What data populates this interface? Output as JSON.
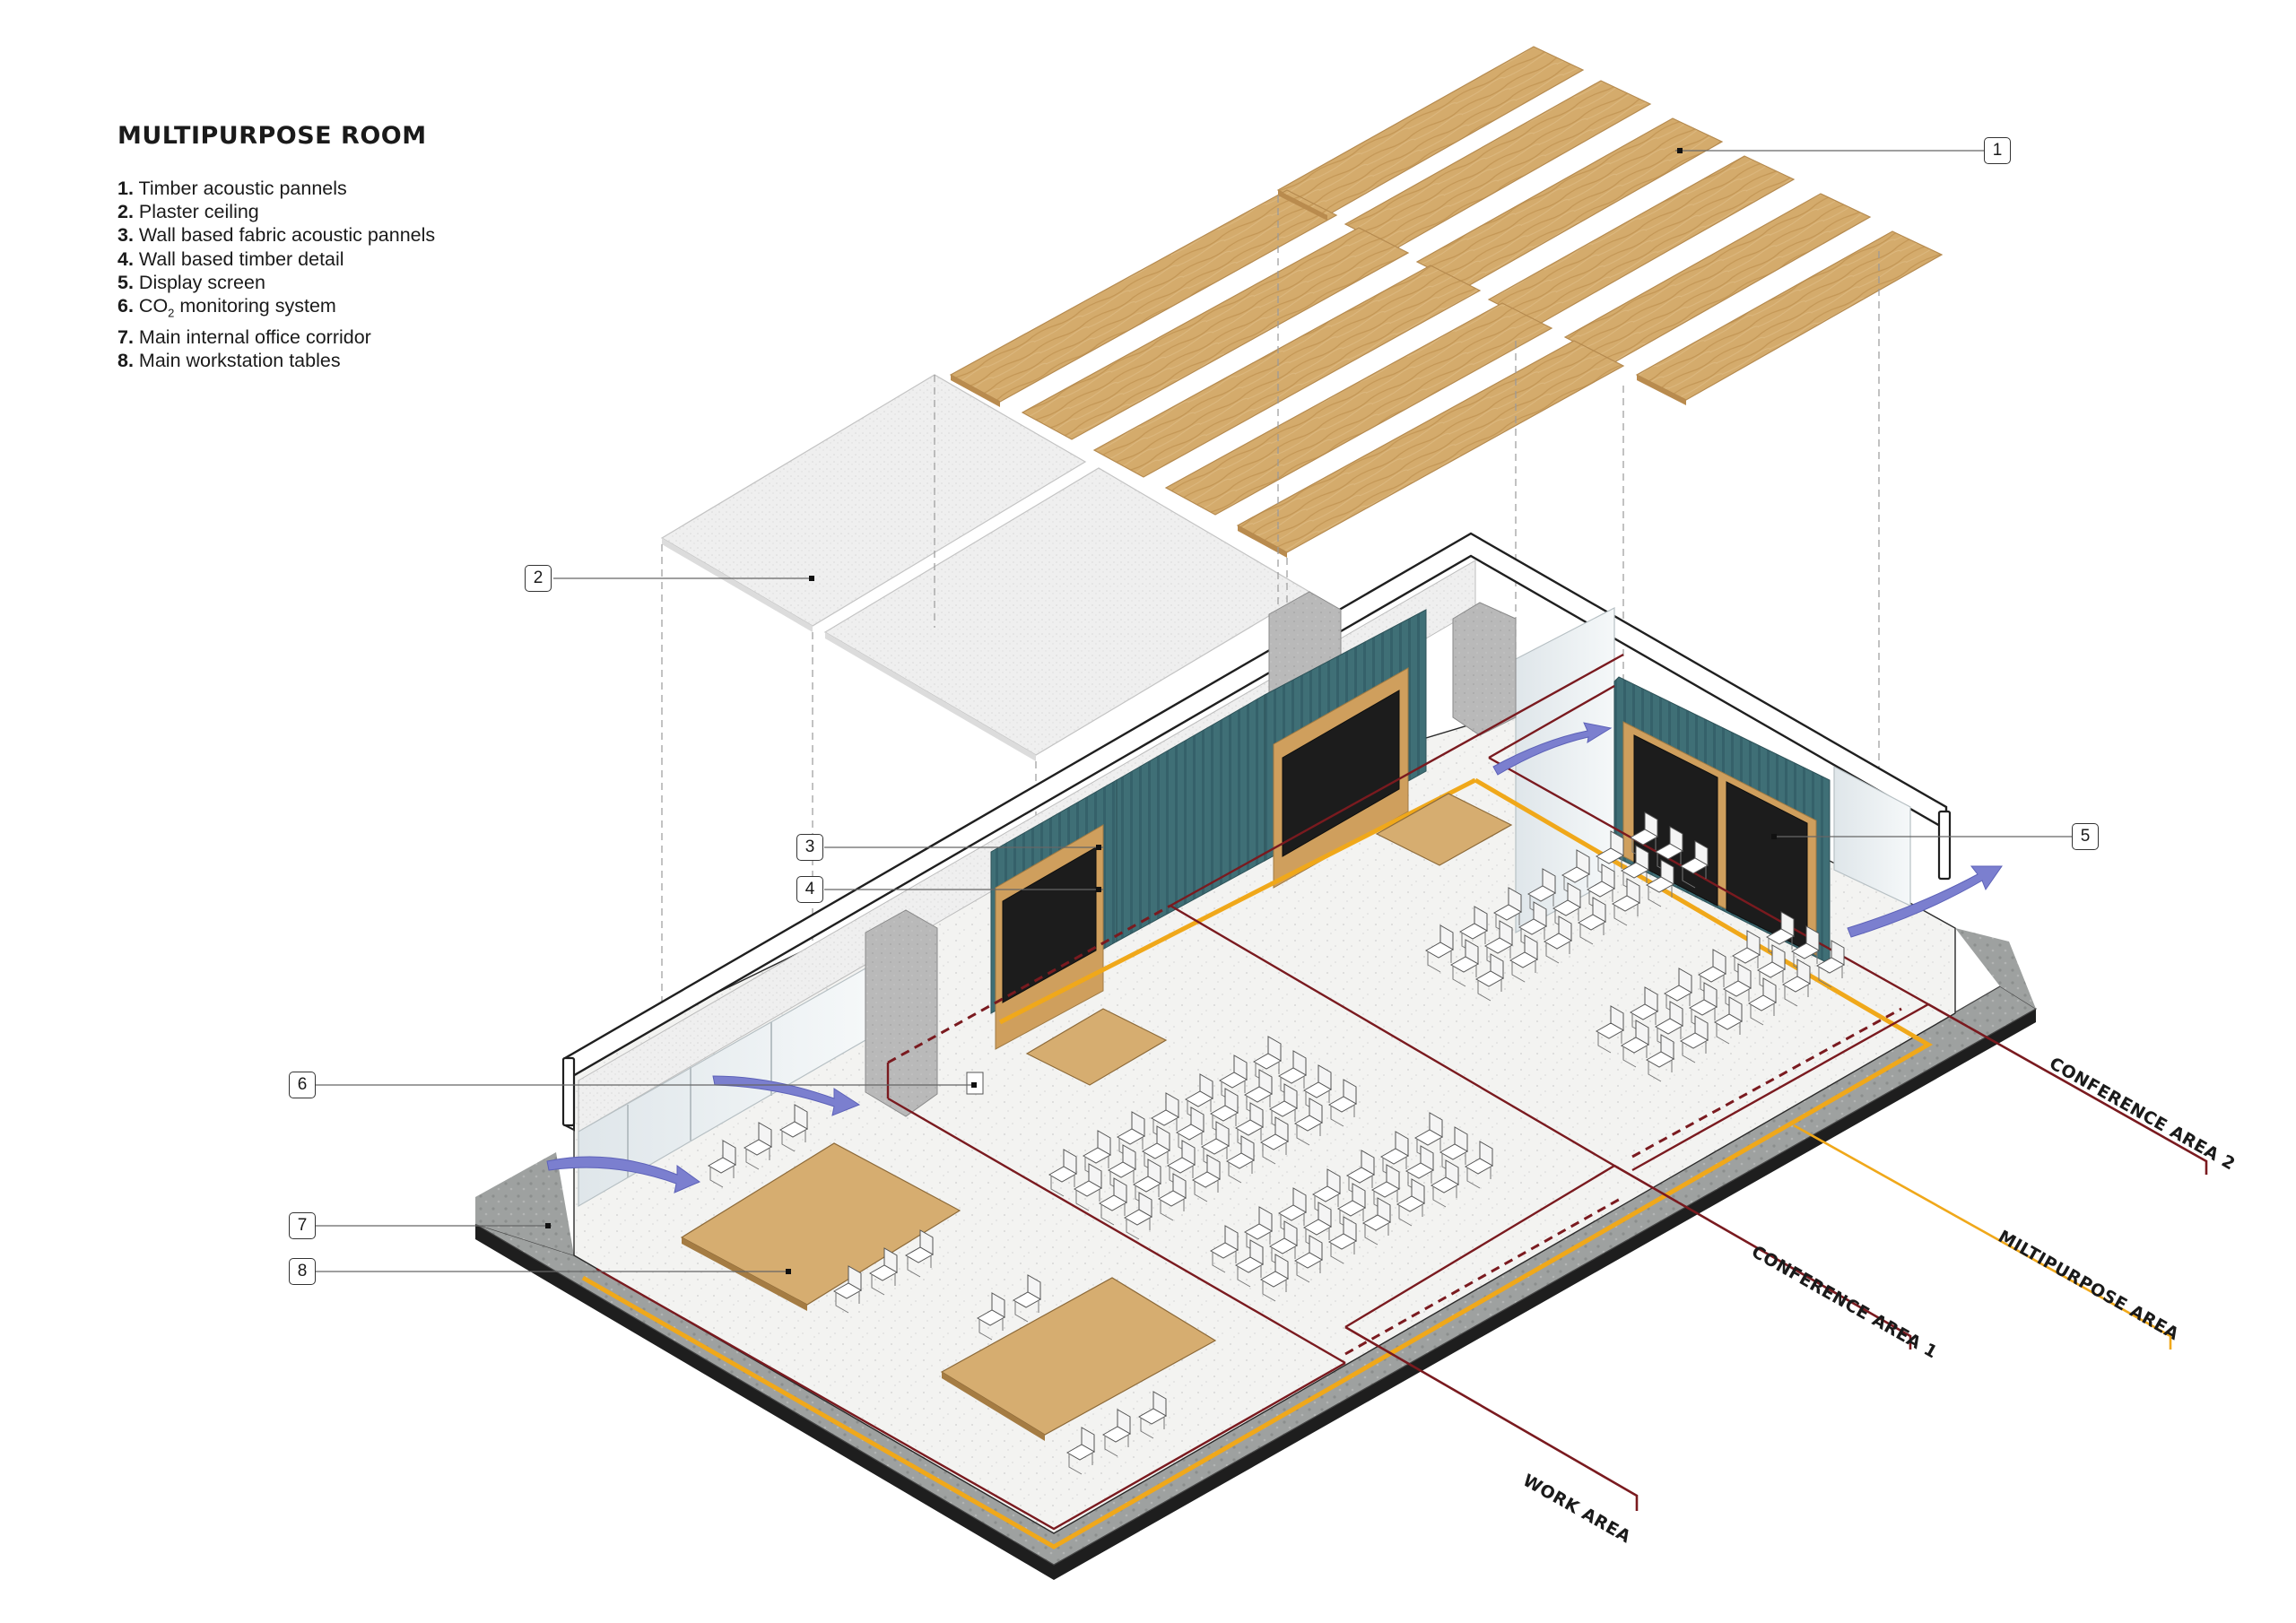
{
  "title": "MULTIPURPOSE ROOM",
  "legend": [
    {
      "num": "1.",
      "label": "Timber acoustic pannels"
    },
    {
      "num": "2.",
      "label": "Plaster ceiling"
    },
    {
      "num": "3.",
      "label": "Wall based fabric acoustic pannels"
    },
    {
      "num": "4.",
      "label": "Wall based timber detail"
    },
    {
      "num": "5.",
      "label": "Display screen"
    },
    {
      "num": "6.",
      "label_pre": "CO",
      "label_sub": "2",
      "label_post": " monitoring system"
    },
    {
      "num": "7.",
      "label": "Main internal office corridor"
    },
    {
      "num": "8.",
      "label": "Main workstation tables"
    }
  ],
  "callouts": [
    "1",
    "2",
    "3",
    "4",
    "5",
    "6",
    "7",
    "8"
  ],
  "zones": {
    "conference_area_2": "CONFERENCE AREA 2",
    "conference_area_1": "CONFERENCE AREA 1",
    "multipurpose_area": "MILTIPURPOSE AREA",
    "work_area": "WORK AREA"
  },
  "colors": {
    "timber": "#d2a96a",
    "timber_dark": "#b98b4e",
    "plaster": "#efefef",
    "fabric_wall": "#3f6f76",
    "floor": "#f1f1ef",
    "corridor": "#9a9d9c",
    "work_zone": "#7a1a1f",
    "multipurpose_zone": "#f0a81a",
    "screen": "#1c1c1c",
    "airflow": "#7b7fcf"
  }
}
